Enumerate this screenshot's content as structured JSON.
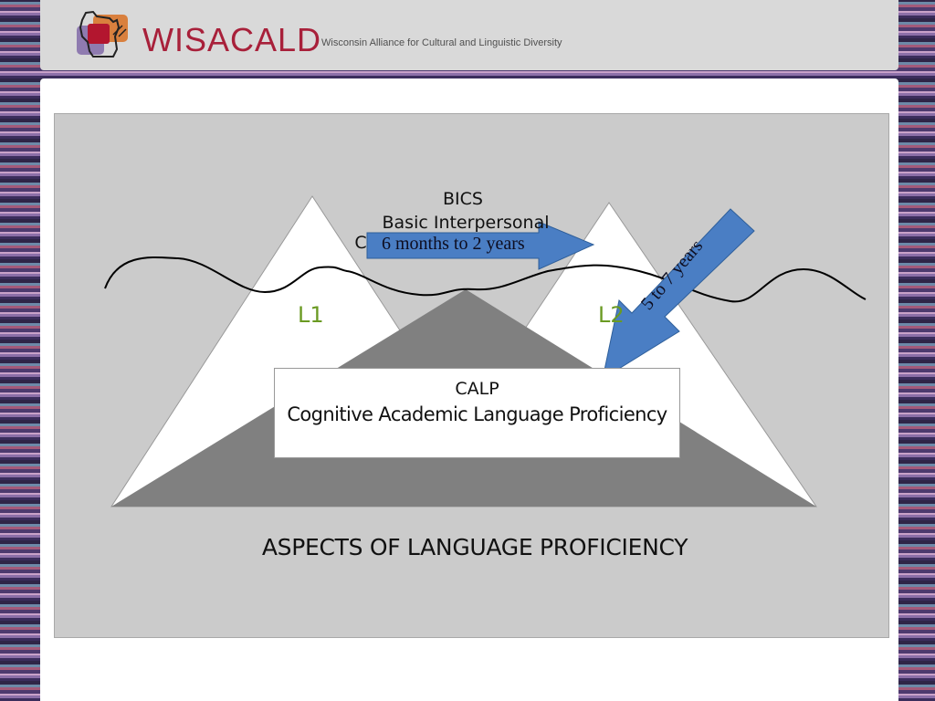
{
  "header": {
    "logo_name": "WISACALD",
    "logo_tagline": "Wisconsin Alliance for Cultural and Linguistic Diversity"
  },
  "diagram": {
    "bics_title": "BICS",
    "bics_subtitle": "Basic Interpersonal",
    "bics_subtitle_partial": "C",
    "arrow_bics_label": "6 months to 2 years",
    "arrow_calp_label": "5 to 7 years",
    "l1_label": "L1",
    "l2_label": "L2",
    "calp_title": "CALP",
    "calp_subtitle": "Cognitive Academic Language Proficiency",
    "caption": "ASPECTS OF LANGUAGE PROFICIENCY"
  },
  "colors": {
    "brand_red": "#a8203a",
    "arrow_blue": "#4a7ec4",
    "l_label_green": "#6a9a22",
    "slide_gray": "#cbcbcb",
    "submerged_gray": "#808080"
  }
}
